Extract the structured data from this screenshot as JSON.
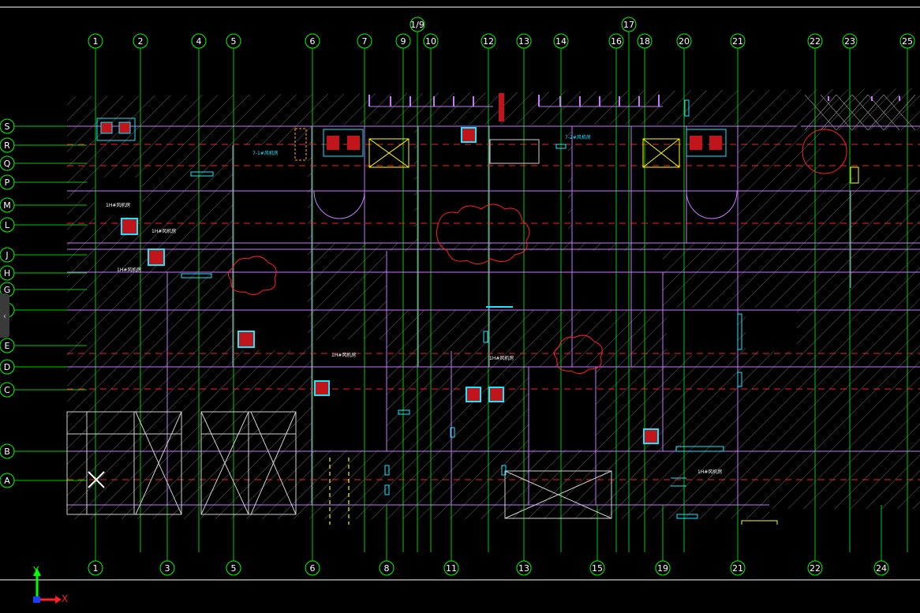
{
  "colors": {
    "background": "#000000",
    "axis": "#00ff00",
    "gridline_v": "#00cc00",
    "wall": "#c678ff",
    "dash_red": "#ff2020",
    "hatch": "#7a7a7a",
    "cyan": "#19e6ff",
    "yellow": "#ffff00",
    "equipment_red": "#c0151a",
    "frame": "#ffffff"
  },
  "icons": {
    "side_tab": "chevron-left-icon",
    "ucs": "ucs-axis-icon"
  },
  "ucs": {
    "y_label": "Y",
    "x_label": "X"
  },
  "side_tab": {
    "glyph": "‹"
  },
  "grid": {
    "top_axes": [
      {
        "label": "1"
      },
      {
        "label": "2"
      },
      {
        "label": "4"
      },
      {
        "label": "5"
      },
      {
        "label": "6"
      },
      {
        "label": "7"
      },
      {
        "label": "9"
      },
      {
        "label": "1/9"
      },
      {
        "label": "10"
      },
      {
        "label": "12"
      },
      {
        "label": "13"
      },
      {
        "label": "14"
      },
      {
        "label": "16"
      },
      {
        "label": "17"
      },
      {
        "label": "18"
      },
      {
        "label": "20"
      },
      {
        "label": "21"
      },
      {
        "label": "22"
      },
      {
        "label": "23"
      },
      {
        "label": "25"
      }
    ],
    "bottom_axes": [
      {
        "label": "1"
      },
      {
        "label": "3"
      },
      {
        "label": "5"
      },
      {
        "label": "6"
      },
      {
        "label": "8"
      },
      {
        "label": "11"
      },
      {
        "label": "13"
      },
      {
        "label": "15"
      },
      {
        "label": "19"
      },
      {
        "label": "21"
      },
      {
        "label": "22"
      },
      {
        "label": "24"
      }
    ],
    "row_axes": [
      {
        "label": "S"
      },
      {
        "label": "R"
      },
      {
        "label": "Q"
      },
      {
        "label": "P"
      },
      {
        "label": "M"
      },
      {
        "label": "L"
      },
      {
        "label": "J"
      },
      {
        "label": "H"
      },
      {
        "label": "G"
      },
      {
        "label": ""
      },
      {
        "label": "E"
      },
      {
        "label": "D"
      },
      {
        "label": "C"
      },
      {
        "label": "B"
      },
      {
        "label": "A"
      }
    ]
  },
  "annotations": {
    "room_7_1": "7-1#风机房",
    "room_7_2": "7-2#风机房",
    "room_1h": "1H#风机房",
    "room_1h_b": "1H#风机房",
    "room_1h_c": "1H#风机房",
    "room_1h_d": "1H#风机房",
    "room_1h_e": "1H#风机房",
    "room_1h_f": "1H#风机房"
  }
}
